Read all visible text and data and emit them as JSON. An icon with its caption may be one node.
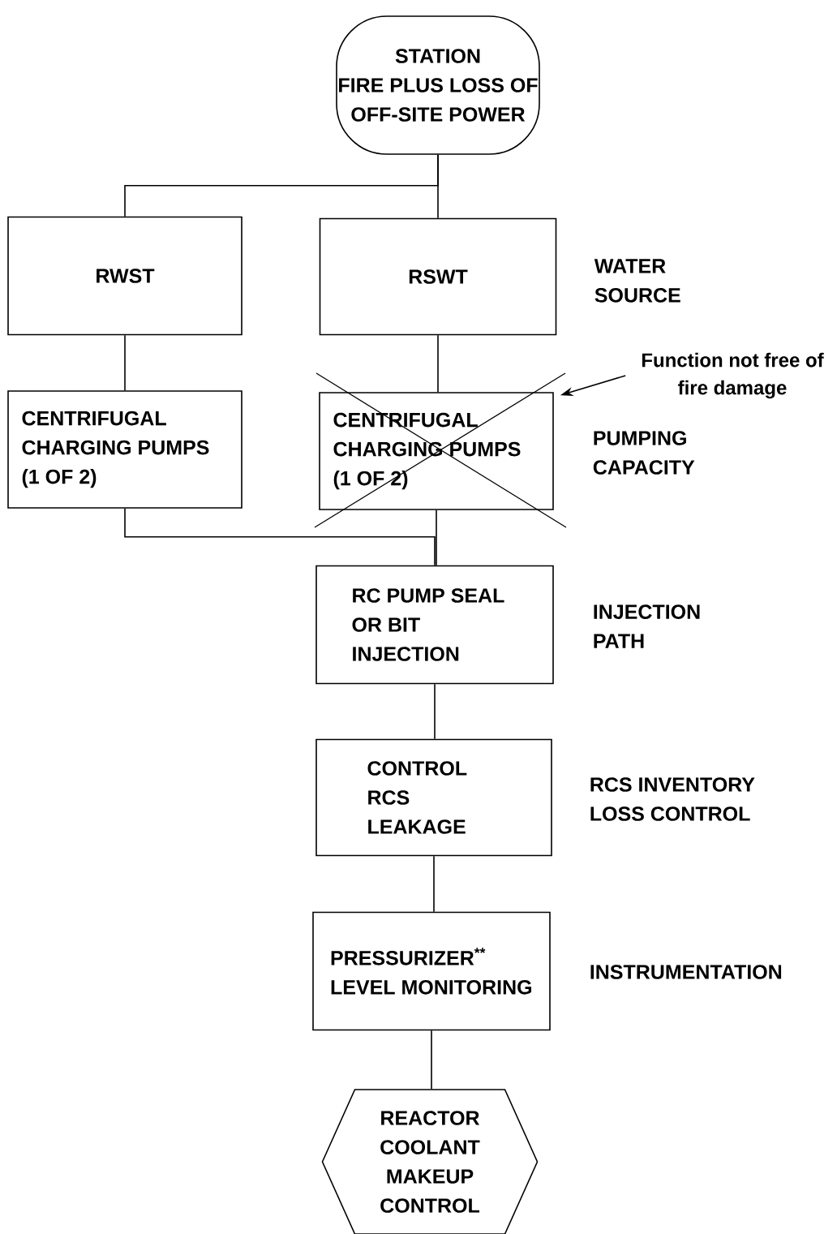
{
  "diagram": {
    "nodes": [
      {
        "text": [
          "STATION FIRE PLUS LOSS OF OFF-SITE POWER"
        ]
      },
      {
        "text": [
          "RWST"
        ]
      },
      {
        "text": [
          "RSWT"
        ]
      },
      {
        "text": [
          "CENTRIFUGAL CHARGING PUMPS (1 OF 2)"
        ]
      },
      {
        "text": [
          "CENTRIFUGAL CHARGING PUMPS (1 OF 2)"
        ]
      },
      {
        "text": [
          "RC PUMP SEAL OR BIT INJECTION"
        ]
      },
      {
        "text": [
          "CONTROL RCS LEAKAGE"
        ]
      },
      {
        "text": [
          "PRESSURIZER$^{**}$ LEVEL MONITORING"
        ]
      },
      {
        "text": [
          "REACTOR COOLANT MAKEUP CONTROL"
        ]
      },
      {
        "text": [
          "Function not free of fire damage"
        ]
      }
    ],
    "edges": [
      {
        "from": 0,
        "to": 1,
        "arrow": "none"
      },
      {
        "from": 0,
        "to": 2,
        "arrow": "none"
      },
      {
        "from": 1,
        "to": 3,
        "arrow": "none"
      },
      {
        "from": 2,
        "to": 4,
        "arrow": "none"
      },
      {
        "from": 3,
        "to": 5,
        "arrow": "none"
      },
      {
        "from": 4,
        "to": 5,
        "arrow": "none"
      },
      {
        "from": 5,
        "to": 6,
        "arrow": "none"
      },
      {
        "from": 6,
        "to": 7,
        "arrow": "none"
      },
      {
        "from": 7,
        "to": 8,
        "arrow": "none"
      },
      {
        "from": 9,
        "to": 4,
        "arrow": "to"
      }
    ],
    "labels": [
      "WATER SOURCE",
      "PUMPING CAPACITY",
      "INJECTION PATH",
      "RCS INVENTORY LOSS CONTROL",
      "INSTRUMENTATION"
    ]
  }
}
